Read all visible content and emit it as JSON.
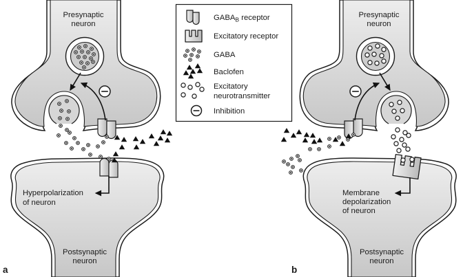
{
  "figure": {
    "type": "mechanism-diagram",
    "topic": "GABA-B receptor signalling at a synapse",
    "colors": {
      "background": "#ffffff",
      "outline": "#1c1c1c",
      "cell_fill_light": "#ececec",
      "cell_fill_dark": "#c7c7c7",
      "membrane_band": "#ffffff",
      "vesicle_fill": "#cdcdcd",
      "receptor_fill": "#d9d9d9",
      "particle_black": "#111111",
      "text": "#1a1a1a"
    }
  },
  "legend": {
    "items": [
      {
        "icon": "gabab-receptor-icon",
        "label_prefix": "GABA",
        "label_sub": "B",
        "label_suffix": " receptor"
      },
      {
        "icon": "excitatory-receptor-icon",
        "label": "Excitatory receptor"
      },
      {
        "icon": "gaba-icon",
        "label": "GABA"
      },
      {
        "icon": "baclofen-icon",
        "label": "Baclofen"
      },
      {
        "icon": "excitatory-neurotransmitter-icon",
        "label_lines": [
          "Excitatory",
          "neurotransmitter"
        ]
      },
      {
        "icon": "inhibition-icon",
        "label": "Inhibition"
      }
    ]
  },
  "panel_a": {
    "letter": "a",
    "presynaptic_label": [
      "Presynaptic",
      "neuron"
    ],
    "postsynaptic_label": [
      "Postsynaptic",
      "neuron"
    ],
    "effect_label": [
      "Hyperpolarization",
      "of neuron"
    ]
  },
  "panel_b": {
    "letter": "b",
    "presynaptic_label": [
      "Presynaptic",
      "neuron"
    ],
    "postsynaptic_label": [
      "Postsynaptic",
      "neuron"
    ],
    "effect_label": [
      "Membrane",
      "depolarization",
      "of neuron"
    ]
  }
}
